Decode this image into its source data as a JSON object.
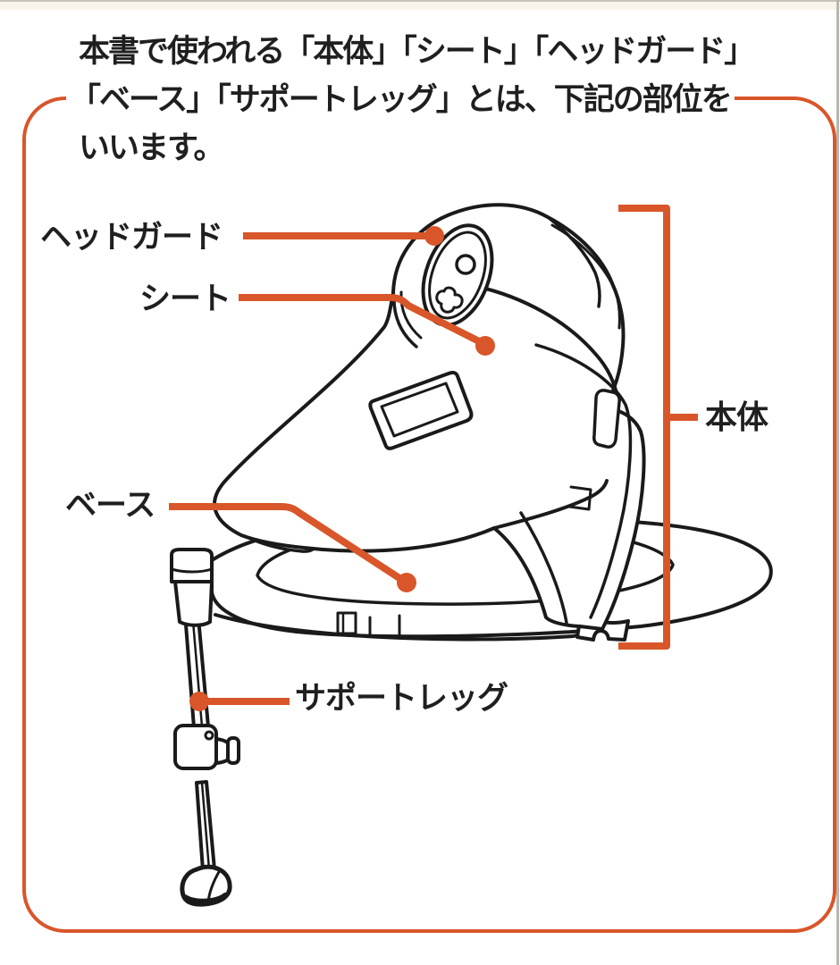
{
  "heading": {
    "lines": [
      "本書で使われる「本体」「シート」「ヘッドガード」",
      "「ベース」「サポートレッグ」とは、下記の部位を",
      "いいます。"
    ]
  },
  "labels": {
    "head_guard": "ヘッドガード",
    "seat": "シート",
    "body": "本体",
    "base": "ベース",
    "support_leg": "サポートレッグ"
  },
  "colors": {
    "accent_orange": "#D8562A",
    "line_black": "#1a1a1a",
    "text_black": "#1f1f1f"
  },
  "illustration": {
    "subject": "child car seat side view with labeled parts"
  }
}
